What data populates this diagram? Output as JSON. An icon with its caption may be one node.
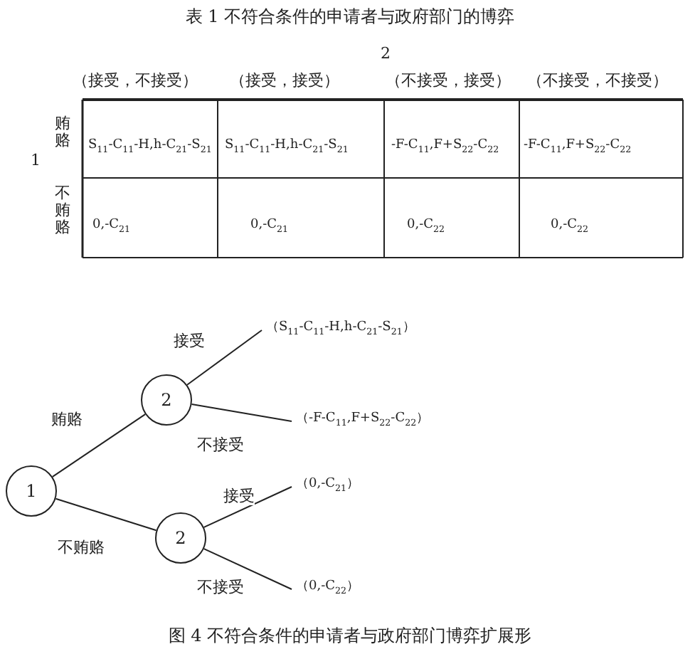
{
  "diagram": {
    "title": "表 1 不符合条件的申请者与政府部门的博弈",
    "caption": "图 4 不符合条件的申请者与政府部门博弈扩展形",
    "nodes": [
      {
        "text": [
          "1"
        ]
      },
      {
        "text": [
          "2"
        ]
      },
      {
        "text": [
          "2"
        ]
      },
      {
        "text": [
          "（S$_{11}$-C$_{11}$-H,h-C$_{21}$-S$_{21}$）"
        ]
      },
      {
        "text": [
          "（-F-C$_{11}$,F+S$_{22}$-C$_{22}$）"
        ]
      },
      {
        "text": [
          "（0,-C$_{21}$）"
        ]
      },
      {
        "text": [
          "（0,-C$_{22}$）"
        ]
      }
    ],
    "edges": [
      {
        "from": 0,
        "to": 1,
        "arrow": "none",
        "label": "贿赂"
      },
      {
        "from": 0,
        "to": 2,
        "arrow": "none",
        "label": "不贿赂"
      },
      {
        "from": 1,
        "to": 3,
        "arrow": "none",
        "label": "接受"
      },
      {
        "from": 1,
        "to": 4,
        "arrow": "none",
        "label": "不接受"
      },
      {
        "from": 2,
        "to": 5,
        "arrow": "none",
        "label": "接受"
      },
      {
        "from": 2,
        "to": 6,
        "arrow": "none",
        "label": "不接受"
      }
    ],
    "labels": [
      "2",
      "（接受，不接受）",
      "（接受，接受）",
      "（不接受，接受）",
      "（不接受，不接受）",
      "贿赂",
      "1",
      "S$_{11}$-C$_{11}$-H,h-C$_{21}$-S$_{21}$",
      "S$_{11}$-C$_{11}$-H,h-C$_{21}$-S$_{21}$",
      "-F-C$_{11}$,F+S$_{22}$-C$_{22}$",
      "-F-C$_{11}$,F+S$_{22}$-C$_{22}$",
      "不贿赂",
      "0,-C$_{21}$",
      "0,-C$_{21}$",
      "0,-C$_{22}$",
      "0,-C$_{22}$"
    ]
  }
}
